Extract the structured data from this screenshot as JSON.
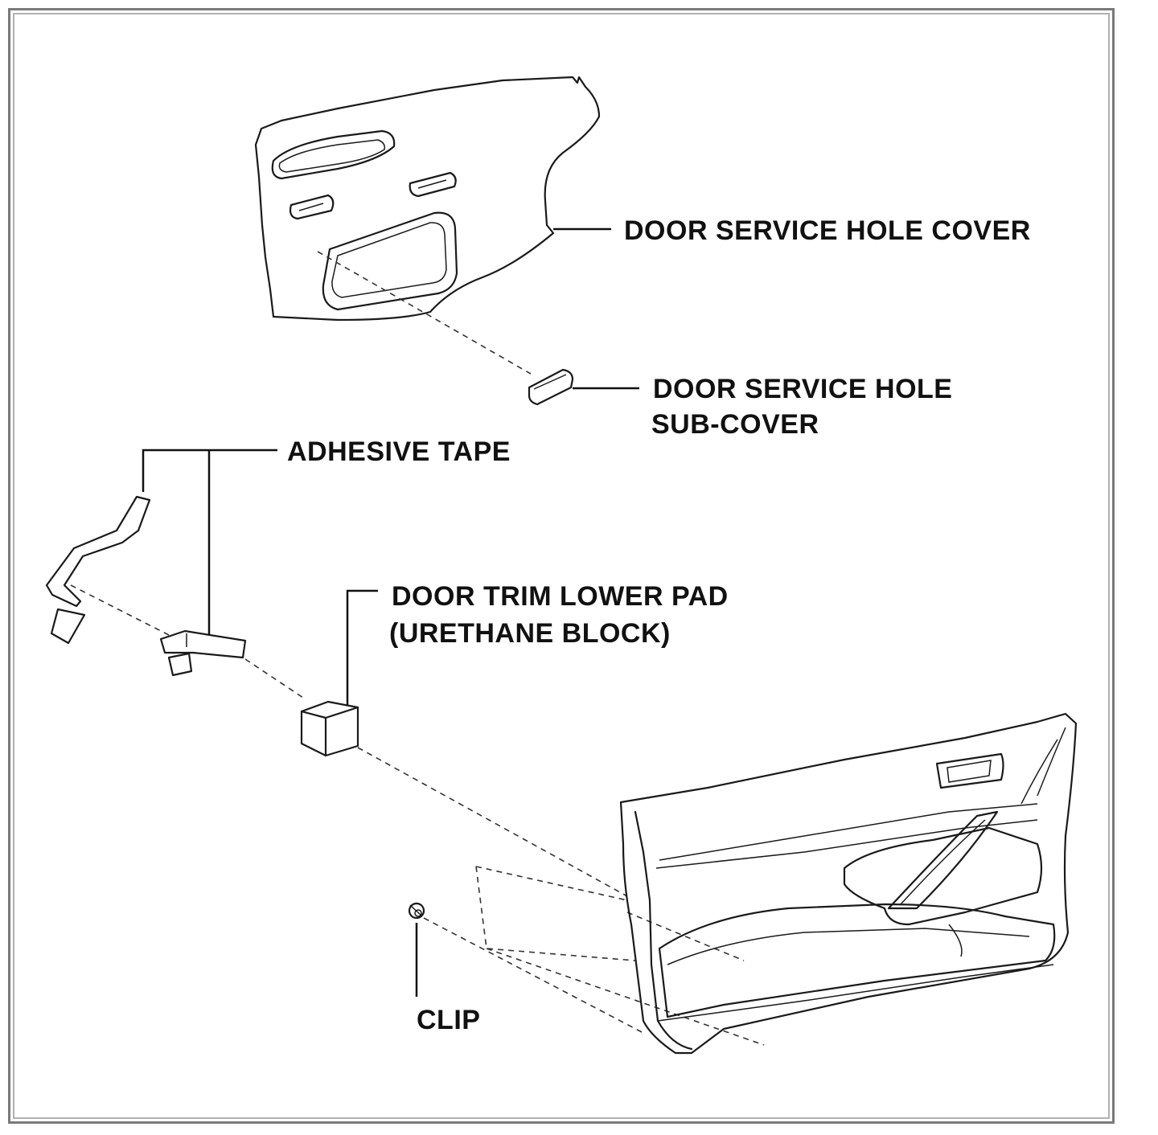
{
  "labels": {
    "door_service_hole_cover": "DOOR SERVICE HOLE COVER",
    "door_service_hole_sub_cover_line1": "DOOR SERVICE HOLE",
    "door_service_hole_sub_cover_line2": "SUB-COVER",
    "adhesive_tape": "ADHESIVE TAPE",
    "door_trim_lower_pad_line1": "DOOR TRIM LOWER PAD",
    "door_trim_lower_pad_line2": "(URETHANE BLOCK)",
    "clip": "CLIP"
  },
  "colors": {
    "line": "#1a1a1a",
    "frame": "#7a7a7a",
    "background": "#ffffff"
  }
}
